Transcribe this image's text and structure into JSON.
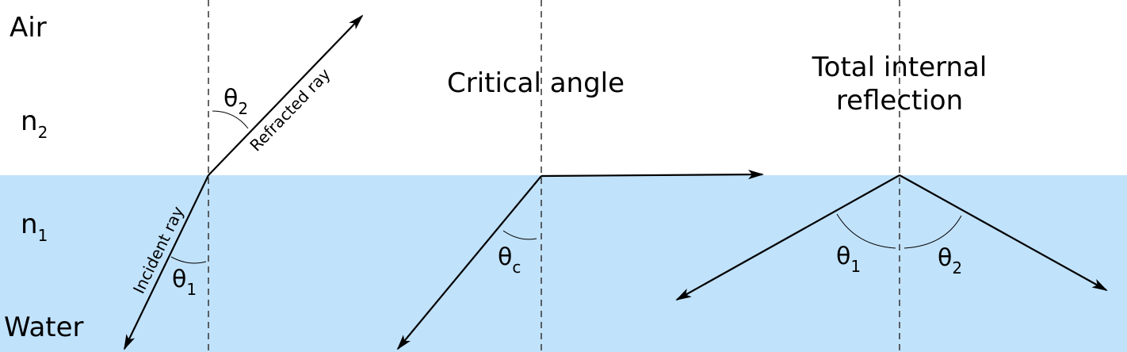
{
  "media": {
    "air_label": "Air",
    "water_label": "Water",
    "n2_base": "n",
    "n2_sub": "2",
    "n1_base": "n",
    "n1_sub": "1",
    "water_color": "#c1e2fb"
  },
  "panels": {
    "refraction": {
      "incident_ray_label": "Incident ray",
      "refracted_ray_label": "Refracted ray",
      "theta1_base": "θ",
      "theta1_sub": "1",
      "theta2_base": "θ",
      "theta2_sub": "2"
    },
    "critical": {
      "title": "Critical angle",
      "thetac_base": "θ",
      "thetac_sub": "c"
    },
    "tir": {
      "title_line1": "Total internal",
      "title_line2": "reflection",
      "theta1_base": "θ",
      "theta1_sub": "1",
      "theta2_base": "θ",
      "theta2_sub": "2"
    }
  }
}
